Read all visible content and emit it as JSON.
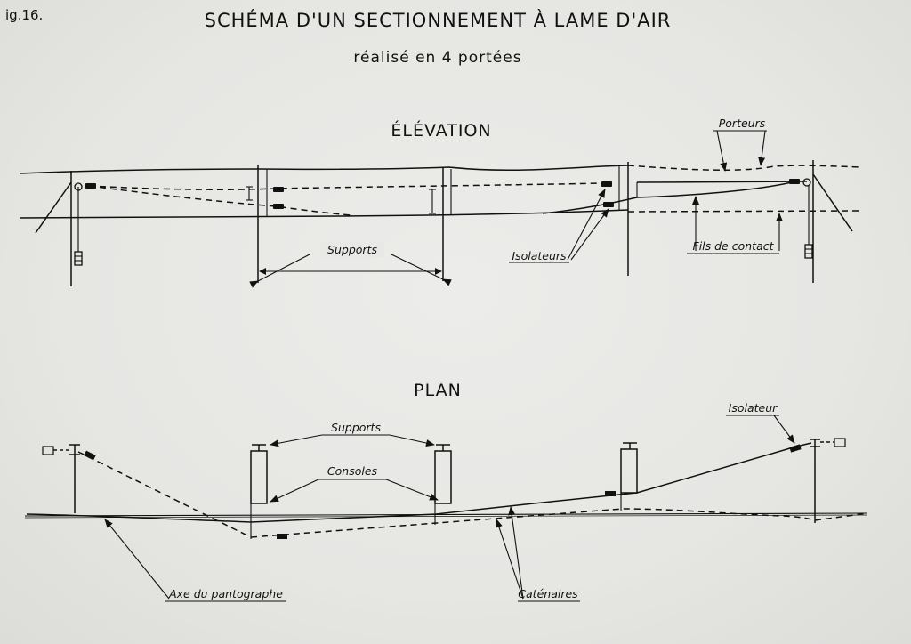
{
  "figure_number": "ig.16.",
  "title": "SCHÉMA D'UN SECTIONNEMENT À LAME D'AIR",
  "subtitle": "réalisé en 4 portées",
  "elevation": {
    "heading": "ÉLÉVATION",
    "labels": {
      "porteurs": "Porteurs",
      "supports": "Supports",
      "isolateurs": "Isolateurs",
      "fils_contact": "Fils de contact"
    }
  },
  "plan": {
    "heading": "PLAN",
    "labels": {
      "supports": "Supports",
      "consoles": "Consoles",
      "isolateur": "Isolateur",
      "axe_pantographe": "Axe du pantographe",
      "catenaires": "Caténaires"
    }
  }
}
